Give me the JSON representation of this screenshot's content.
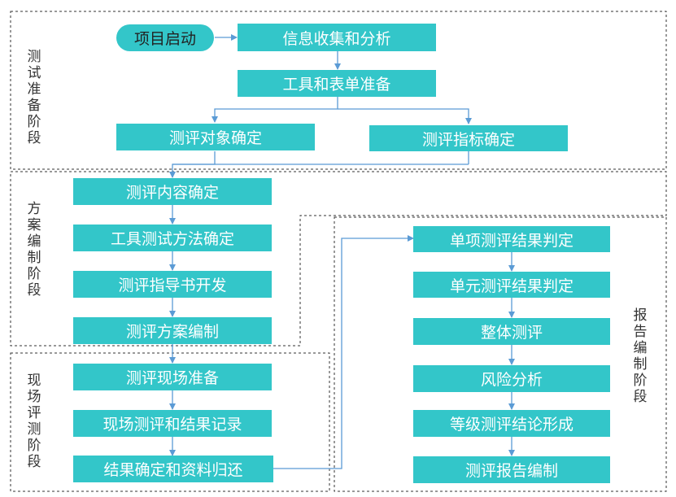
{
  "start": "项目启动",
  "phases": {
    "prep": "测试准备阶段",
    "plan": "方案编制阶段",
    "field": "现场评测阶段",
    "report": "报告编制阶段"
  },
  "nodes": {
    "info_collect": "信息收集和分析",
    "tool_form": "工具和表单准备",
    "object_confirm": "测评对象确定",
    "indicator_confirm": "测评指标确定",
    "content_confirm": "测评内容确定",
    "method_confirm": "工具测试方法确定",
    "guide_dev": "测评指导书开发",
    "plan_compile": "测评方案编制",
    "field_prep": "测评现场准备",
    "field_record": "现场测评和结果记录",
    "result_return": "结果确定和资料归还",
    "single_item": "单项测评结果判定",
    "single_unit": "单元测评结果判定",
    "overall": "整体测评",
    "risk": "风险分析",
    "grade_conclusion": "等级测评结论形成",
    "report_compile": "测评报告编制"
  },
  "colors": {
    "node": "#33c6c9",
    "arrow": "#5b9bd5",
    "border": "#333333"
  }
}
